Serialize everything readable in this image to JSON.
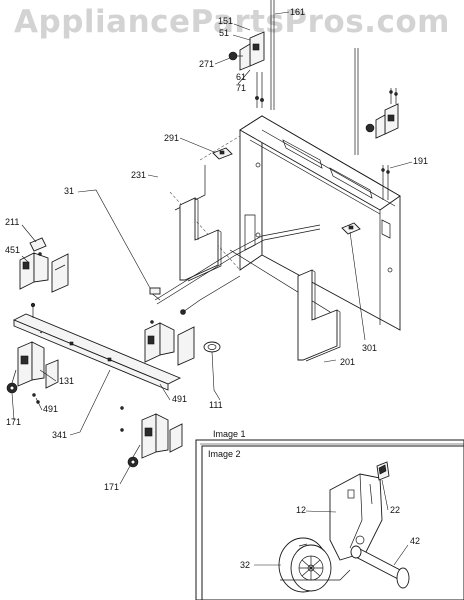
{
  "watermark": "AppliancePartsPros.com",
  "callouts": {
    "c161": "161",
    "c151": "151",
    "c51": "51",
    "c271": "271",
    "c61": "61",
    "c71": "71",
    "c291": "291",
    "c191": "191",
    "c231": "231",
    "c31": "31",
    "c211": "211",
    "c451": "451",
    "c301": "301",
    "c201": "201",
    "c131": "131",
    "c491a": "491",
    "c491b": "491",
    "c171a": "171",
    "c171b": "171",
    "c341": "341",
    "c111": "111",
    "c12": "12",
    "c22": "22",
    "c42": "42",
    "c32": "32"
  },
  "inset": {
    "image1_label": "Image 1",
    "image2_label": "Image 2"
  }
}
